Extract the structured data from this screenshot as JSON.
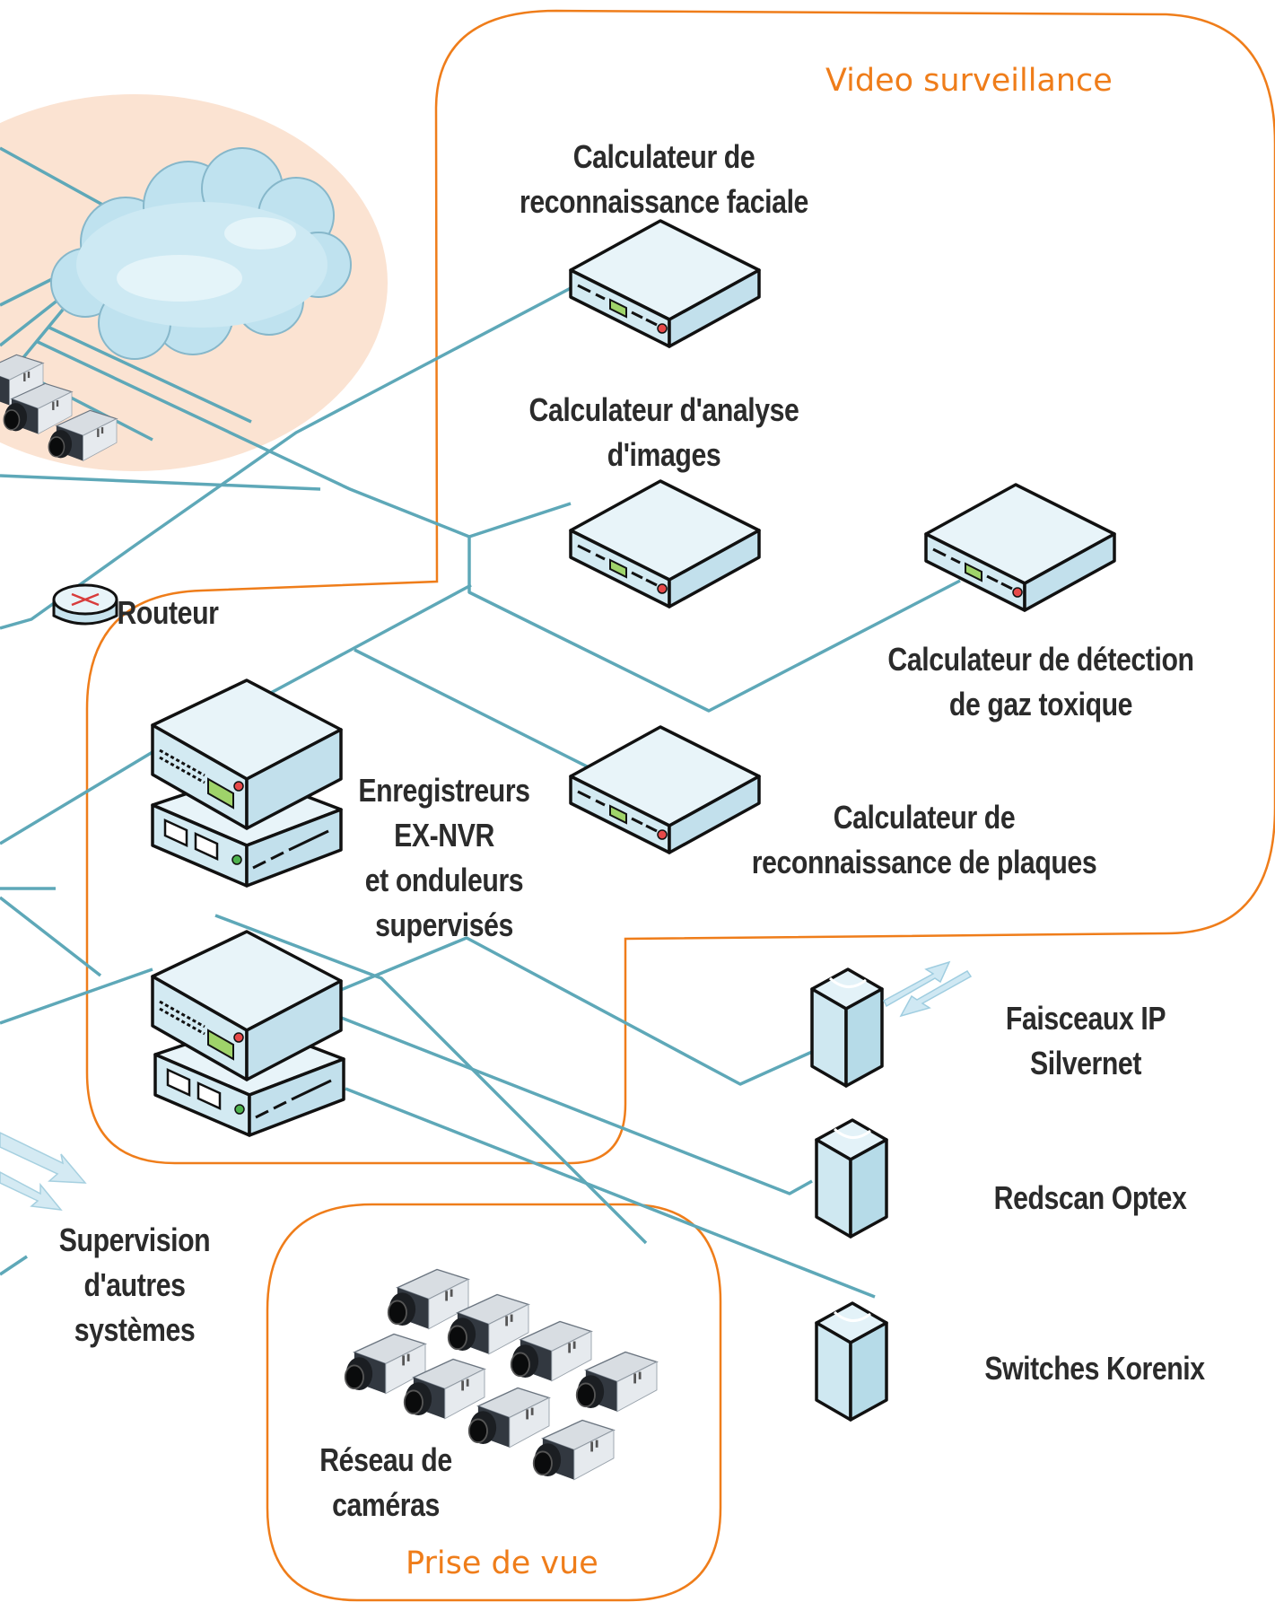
{
  "zones": {
    "video": "Video surveillance",
    "prise": "Prise de vue"
  },
  "labels": {
    "routeur": "Routeur",
    "faciale": [
      "Calculateur de",
      "reconnaissance faciale"
    ],
    "analyse": [
      "Calculateur d'analyse",
      "d'images"
    ],
    "gaz": [
      "Calculateur de détection",
      "de gaz toxique"
    ],
    "plaques": [
      "Calculateur de",
      "reconnaissance de plaques"
    ],
    "nvr": [
      "Enregistreurs",
      "EX-NVR",
      "et onduleurs",
      "supervisés"
    ],
    "faisceaux": [
      "Faisceaux IP",
      "Silvernet"
    ],
    "redscan": "Redscan Optex",
    "switches": "Switches Korenix",
    "supervision": [
      "Supervision",
      "d'autres",
      "systèmes"
    ],
    "reseau": [
      "Réseau de",
      "caméras"
    ]
  },
  "colors": {
    "link": "#5ea8b8",
    "zone": "#ef7d1a",
    "bubble": "#fbe3d2",
    "device_top": "#e6f3f8",
    "device_side": "#c7e3ee",
    "text": "#2b2b2b"
  },
  "icons": {
    "cloud": "cloud-icon",
    "router": "router-icon",
    "server": "server-appliance-icon",
    "nvr": "nvr-recorder-icon",
    "ups": "ups-icon",
    "tower": "tower-device-icon",
    "camera": "ip-camera-icon",
    "wireless": "wireless-arrows-icon"
  }
}
